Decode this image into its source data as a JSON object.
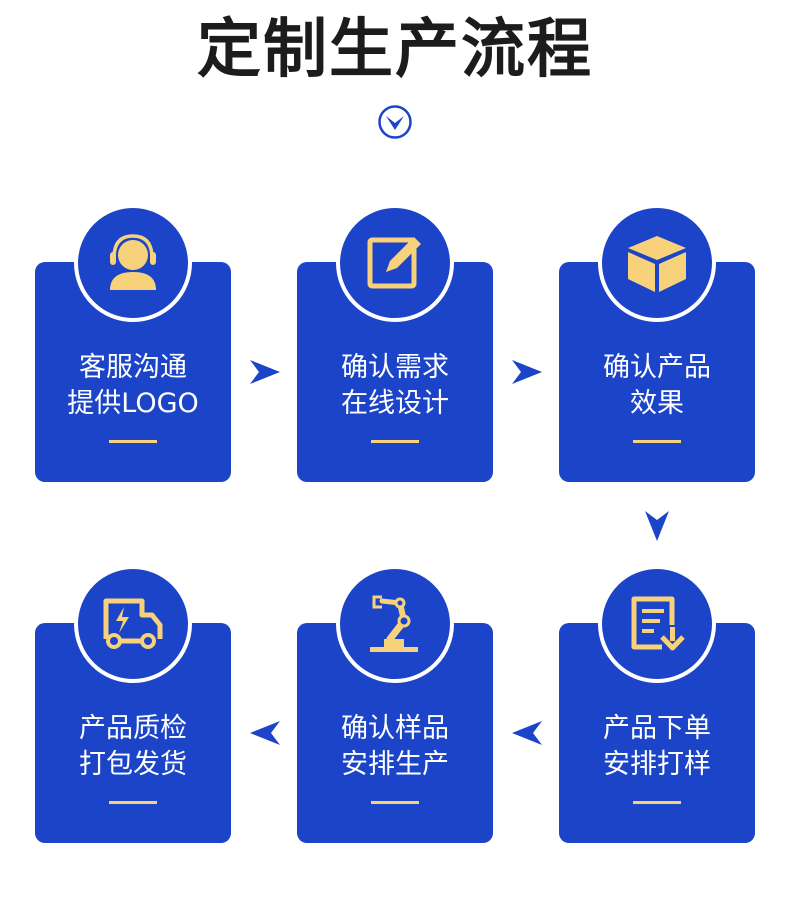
{
  "title": "定制生产流程",
  "colors": {
    "accent": "#1b44c8",
    "icon": "#f8d27a",
    "title": "#1c1c1c"
  },
  "steps": [
    {
      "line1": "客服沟通",
      "line2": "提供LOGO",
      "icon": "headset-icon"
    },
    {
      "line1": "确认需求",
      "line2": "在线设计",
      "icon": "edit-icon"
    },
    {
      "line1": "确认产品",
      "line2": "效果",
      "icon": "box-icon"
    },
    {
      "line1": "产品下单",
      "line2": "安排打样",
      "icon": "download-document-icon"
    },
    {
      "line1": "确认样品",
      "line2": "安排生产",
      "icon": "robot-arm-icon"
    },
    {
      "line1": "产品质检",
      "line2": "打包发货",
      "icon": "delivery-truck-icon"
    }
  ]
}
